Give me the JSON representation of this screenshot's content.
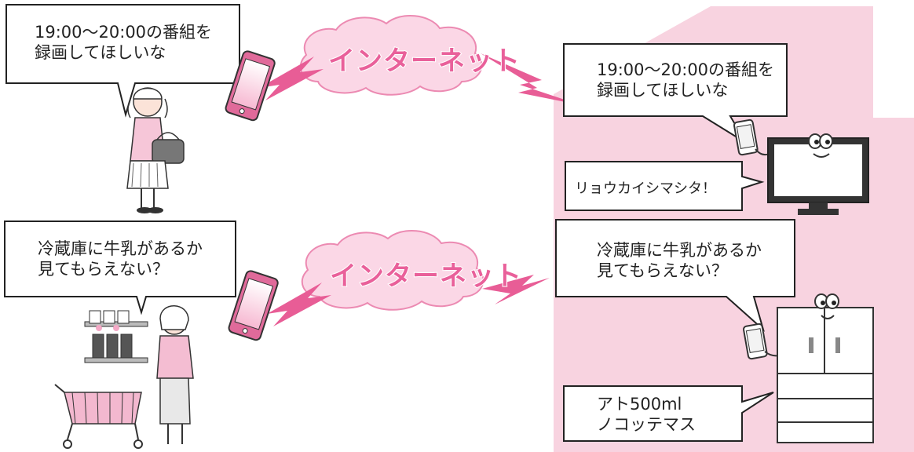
{
  "scenes": [
    {
      "user_speech": "19:00～20:00の番組を\n録画してほしいな",
      "network_label": "インターネット",
      "relayed_speech": "19:00～20:00の番組を\n録画してほしいな",
      "device_reply": "リョウカイシマシタ！",
      "device": "tv-icon"
    },
    {
      "user_speech": "冷蔵庫に牛乳があるか\n見てもらえない？",
      "network_label": "インターネット",
      "relayed_speech": "冷蔵庫に牛乳があるか\n見てもらえない？",
      "device_reply": "アト500ml\nノコッテマス",
      "device": "fridge-icon"
    }
  ],
  "colors": {
    "house_fill": "#f8d3e0",
    "cloud_fill": "#fbd7e6",
    "cloud_text": "#e9609a",
    "lightning": "#e85d96",
    "phone_body": "#e06a9a"
  }
}
